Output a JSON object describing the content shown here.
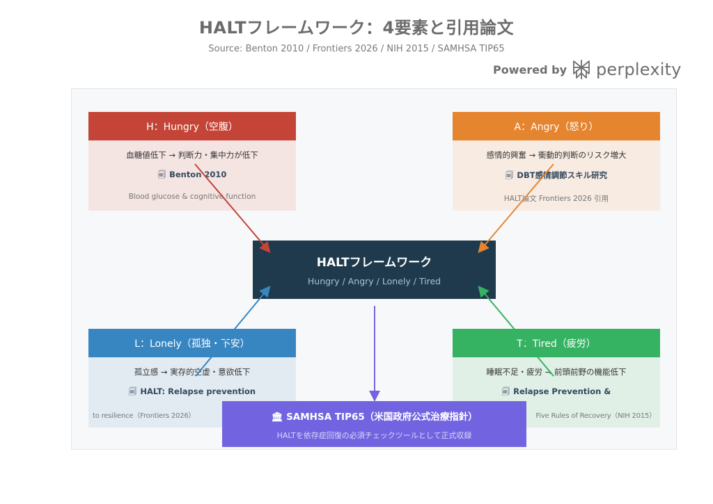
{
  "header": {
    "title": "HALTフレームワーク：4要素と引用論文",
    "subtitle": "Source: Benton 2010 / Frontiers 2026 / NIH 2015 / SAMHSA TIP65",
    "powered_by": "Powered by",
    "brand": "perplexity",
    "brand_icon": "perplexity-logo"
  },
  "cards": {
    "hungry": {
      "title": "H：Hungry（空腹）",
      "effect": "血糖値低下 → 判断力・集中力が低下",
      "citation_icon": "document-icon",
      "citation_glyph": "🗐",
      "citation": "Benton 2010",
      "note": "Blood glucose & cognitive function",
      "color": "#c44537"
    },
    "angry": {
      "title": "A：Angry（怒り）",
      "effect": "感情的興奮 → 衝動的判断のリスク増大",
      "citation_icon": "document-icon",
      "citation_glyph": "🗐",
      "citation": "DBT感情調節スキル研究",
      "note": "HALT論文 Frontiers 2026 引用",
      "color": "#e58530"
    },
    "lonely": {
      "title": "L：Lonely（孤独・不安）",
      "effect": "孤立感 → 実存的空虚・意欲低下",
      "citation_icon": "document-icon",
      "citation_glyph": "🗐",
      "citation": "HALT: Relapse prevention",
      "note": "to resilience（Frontiers 2026）",
      "color": "#3786c2"
    },
    "tired": {
      "title": "T：Tired（疲労）",
      "effect": "睡眠不足・疲労 → 前頭前野の機能低下",
      "citation_icon": "document-icon",
      "citation_glyph": "🗐",
      "citation": "Relapse Prevention &",
      "note": "Five Rules of Recovery（NIH 2015）",
      "color": "#35b262"
    }
  },
  "center": {
    "title": "HALTフレームワーク",
    "subtitle": "Hungry / Angry / Lonely / Tired",
    "color": "#1e3a4c"
  },
  "samhsa": {
    "icon": "institution-icon",
    "glyph": "🏛",
    "title": "SAMHSA TIP65（米国政府公式治療指針）",
    "subtitle": "HALTを依存症回復の必須チェックツールとして正式収録",
    "color": "#7264e0"
  }
}
